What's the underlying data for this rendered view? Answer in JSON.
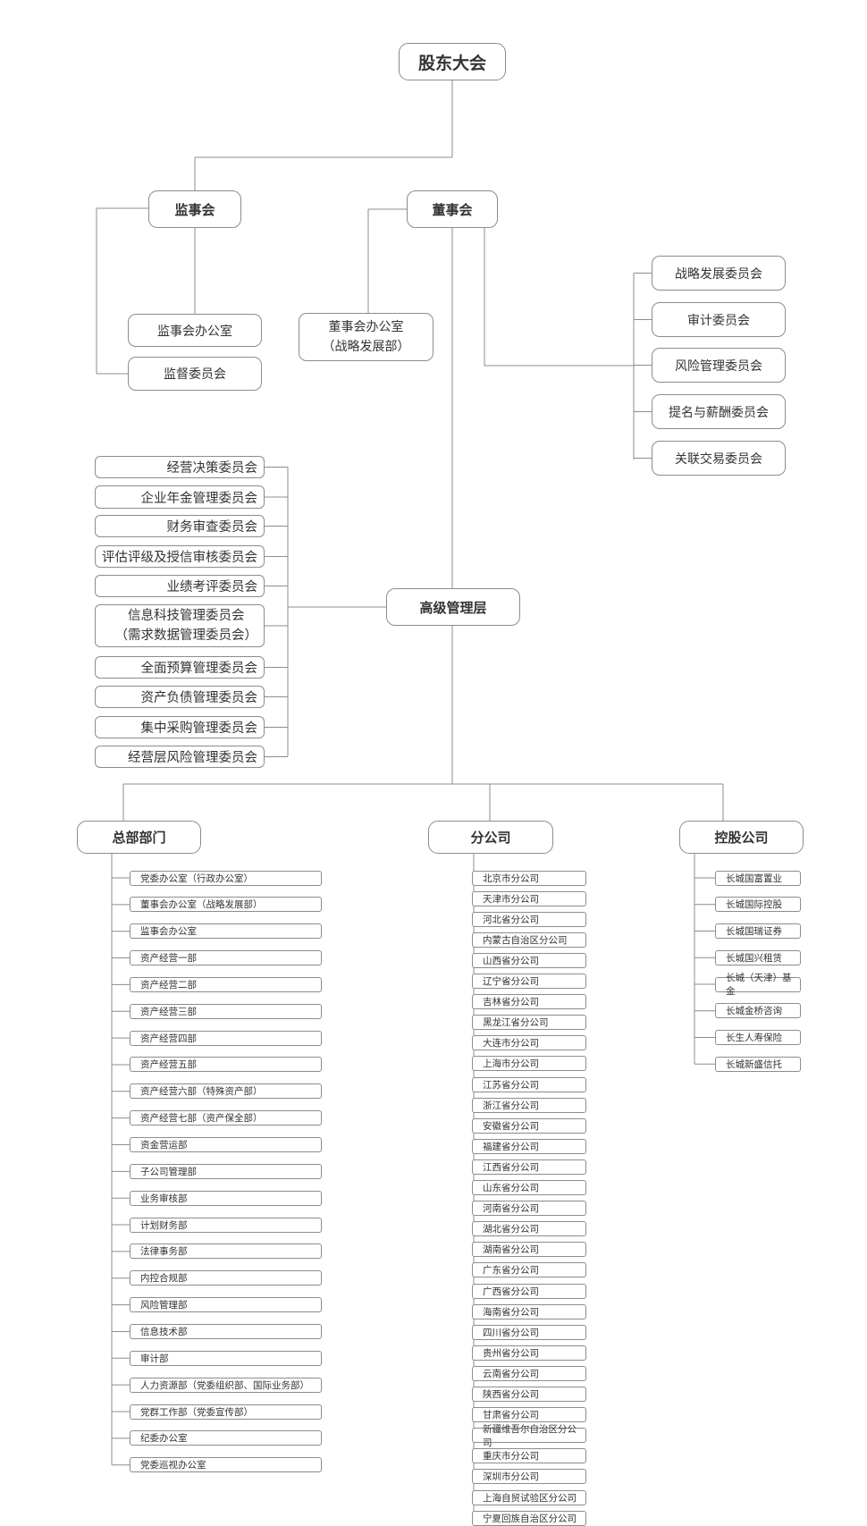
{
  "top": "股东大会",
  "supervisors": {
    "name": "监事会",
    "items": [
      "监事会办公室",
      "监督委员会"
    ]
  },
  "board": {
    "name": "董事会",
    "office": [
      "董事会办公室",
      "（战略发展部）"
    ],
    "committees": [
      "战略发展委员会",
      "审计委员会",
      "风险管理委员会",
      "提名与薪酬委员会",
      "关联交易委员会"
    ]
  },
  "management": {
    "name": "高级管理层",
    "committees": [
      [
        "经营决策委员会"
      ],
      [
        "企业年金管理委员会"
      ],
      [
        "财务审查委员会"
      ],
      [
        "评估评级及授信审核委员会"
      ],
      [
        "业绩考评委员会"
      ],
      [
        "信息科技管理委员会",
        "（需求数据管理委员会）"
      ],
      [
        "全面预算管理委员会"
      ],
      [
        "资产负债管理委员会"
      ],
      [
        "集中采购管理委员会"
      ],
      [
        "经营层风险管理委员会"
      ]
    ]
  },
  "columns": [
    {
      "name": "总部部门",
      "items": [
        "党委办公室（行政办公室）",
        "董事会办公室（战略发展部）",
        "监事会办公室",
        "资产经营一部",
        "资产经营二部",
        "资产经营三部",
        "资产经营四部",
        "资产经营五部",
        "资产经营六部（特殊资产部）",
        "资产经营七部（资产保全部）",
        "资金营运部",
        "子公司管理部",
        "业务审核部",
        "计划财务部",
        "法律事务部",
        "内控合规部",
        "风险管理部",
        "信息技术部",
        "审计部",
        "人力资源部（党委组织部、国际业务部）",
        "党群工作部（党委宣传部）",
        "纪委办公室",
        "党委巡视办公室"
      ]
    },
    {
      "name": "分公司",
      "items": [
        "北京市分公司",
        "天津市分公司",
        "河北省分公司",
        "内蒙古自治区分公司",
        "山西省分公司",
        "辽宁省分公司",
        "吉林省分公司",
        "黑龙江省分公司",
        "大连市分公司",
        "上海市分公司",
        "江苏省分公司",
        "浙江省分公司",
        "安徽省分公司",
        "福建省分公司",
        "江西省分公司",
        "山东省分公司",
        "河南省分公司",
        "湖北省分公司",
        "湖南省分公司",
        "广东省分公司",
        "广西省分公司",
        "海南省分公司",
        "四川省分公司",
        "贵州省分公司",
        "云南省分公司",
        "陕西省分公司",
        "甘肃省分公司",
        "新疆维吾尔自治区分公司",
        "重庆市分公司",
        "深圳市分公司",
        "上海自贸试验区分公司",
        "宁夏回族自治区分公司"
      ]
    },
    {
      "name": "控股公司",
      "items": [
        "长城国富置业",
        "长城国际控股",
        "长城国瑞证券",
        "长城国兴租赁",
        "长城（天津）基金",
        "长城金桥咨询",
        "长生人寿保险",
        "长城新盛信托"
      ]
    }
  ],
  "colors": {
    "line": "#8c8c8c",
    "border": "#8c8c8c",
    "text": "#333333"
  }
}
